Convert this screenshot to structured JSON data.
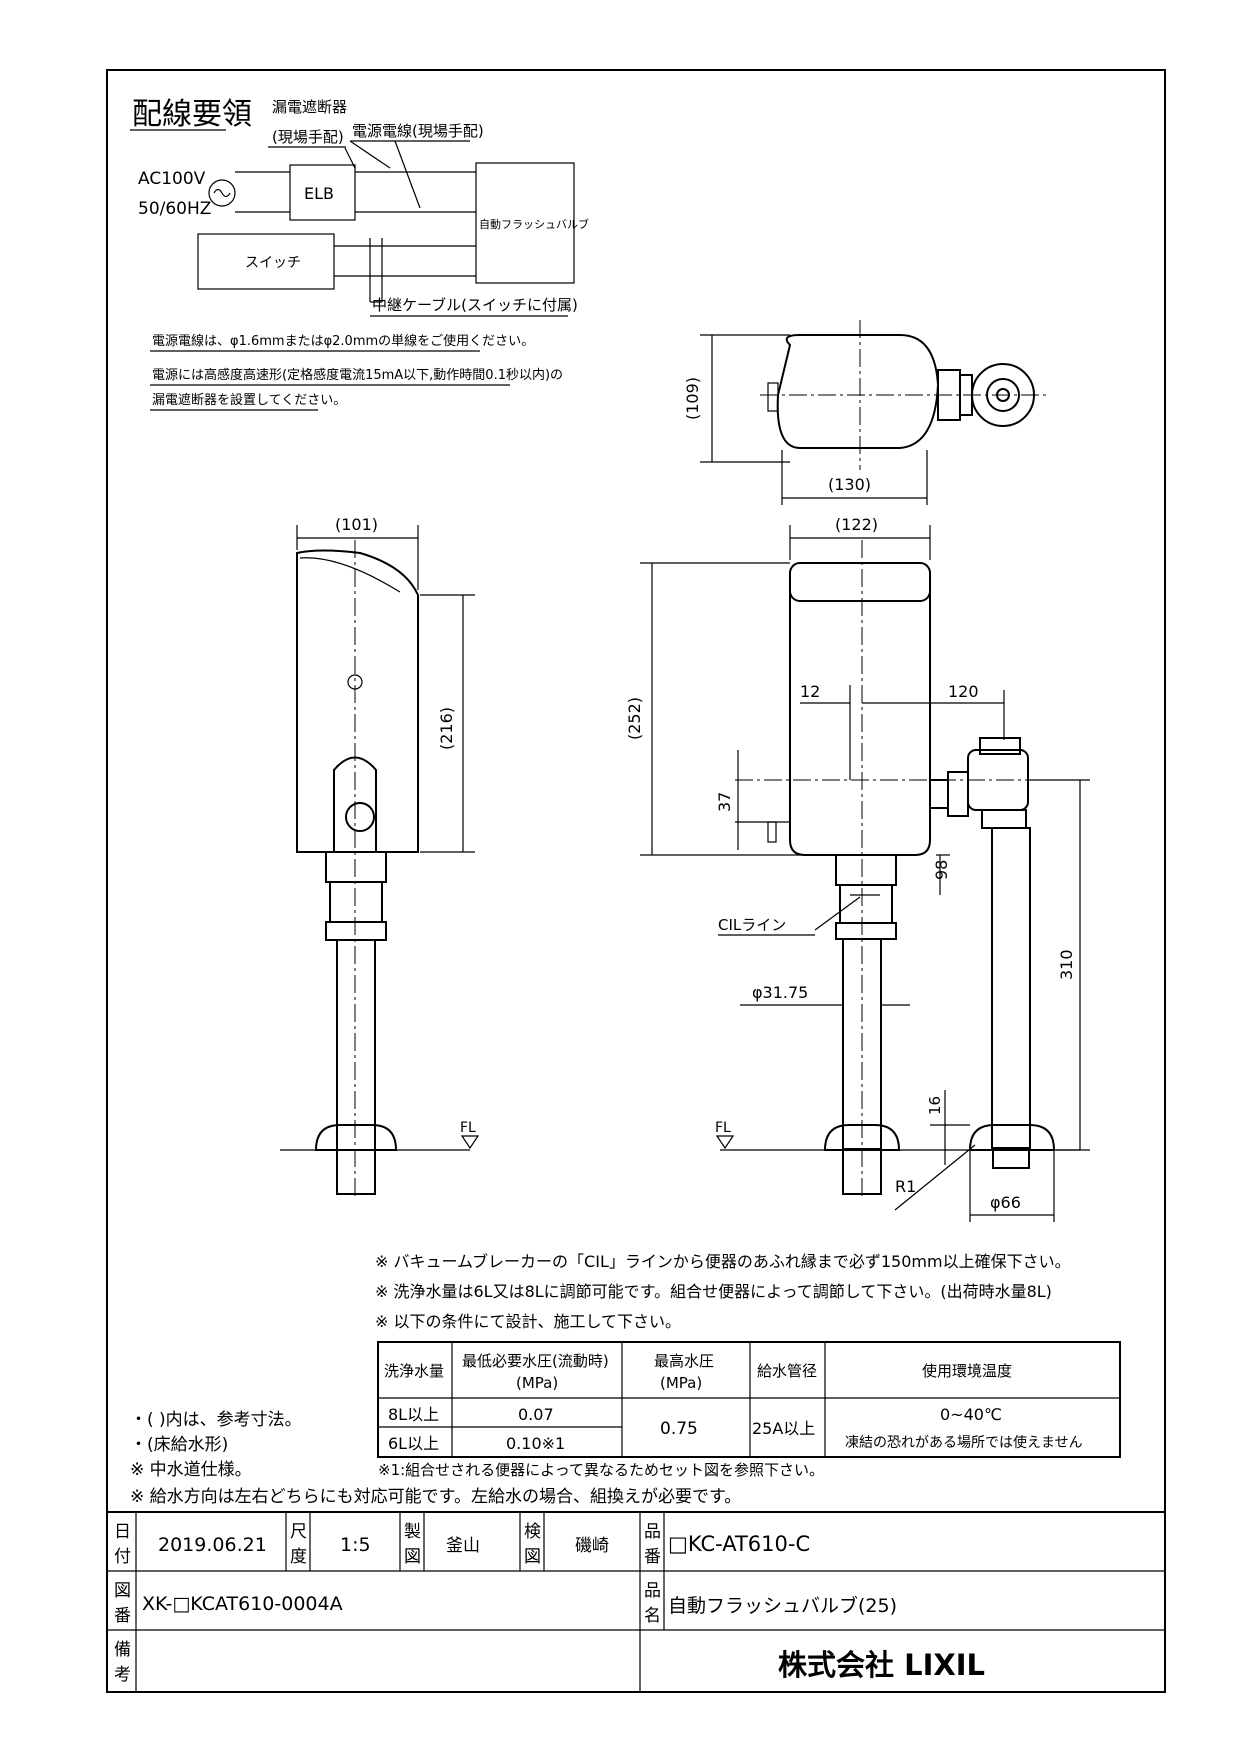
{
  "wiring": {
    "title": "配線要領",
    "elb_label": "漏電遮断器",
    "elb_sub": "(現場手配)",
    "power_wire_label": "電源電線(現場手配)",
    "ac": "AC100V",
    "hz": "50/60HZ",
    "elb_box": "ELB",
    "valve_box": "自動フラッシュバルブ",
    "switch_box": "スイッチ",
    "relay_cable": "中継ケーブル(スイッチに付属)",
    "note1": "電源電線は、φ1.6mmまたはφ2.0mmの単線をご使用ください。",
    "note2": "電源には高感度高速形(定格感度電流15mA以下,動作時間0.1秒以内)の",
    "note3": "漏電遮断器を設置してください。"
  },
  "dims": {
    "d109": "(109)",
    "d130": "(130)",
    "d101": "(101)",
    "d122": "(122)",
    "d216": "(216)",
    "d252": "(252)",
    "d12": "12",
    "d120": "120",
    "d37": "37",
    "d98": "98",
    "cil": "CILライン",
    "d310": "310",
    "phi3175": "φ31.75",
    "d16": "16",
    "fl_left": "FL",
    "fl_right": "FL",
    "r1": "R1",
    "phi66": "φ66"
  },
  "notes": {
    "n1": "※ バキュームブレーカーの「CIL」ラインから便器のあふれ縁まで必ず150mm以上確保下さい。",
    "n2": "※ 洗浄水量は6L又は8Lに調節可能です。組合せ便器によって調節して下さい。(出荷時水量8L)",
    "n3": "※ 以下の条件にて設計、施工して下さい。",
    "side1": "・( )内は、参考寸法。",
    "side2": "・(床給水形)",
    "side3": "※ 中水道仕様。",
    "footnote": "※1:組合せされる便器によって異なるためセット図を参照下さい。",
    "n4": "※ 給水方向は左右どちらにも対応可能です。左給水の場合、組換えが必要です。"
  },
  "spec_table": {
    "headers": [
      "洗浄水量",
      "最低必要水圧(流動時)",
      "(MPa)",
      "最高水圧",
      "(MPa)",
      "給水管径",
      "使用環境温度"
    ],
    "row1": [
      "8L以上",
      "0.07"
    ],
    "row2": [
      "6L以上",
      "0.10※1"
    ],
    "max_pressure": "0.75",
    "pipe": "25A以上",
    "temp": "0~40℃",
    "temp_note": "凍結の恐れがある場所では使えません"
  },
  "title_block": {
    "date_label": [
      "日",
      "付"
    ],
    "date": "2019.06.21",
    "scale_label": [
      "尺",
      "度"
    ],
    "scale": "1:5",
    "drawn_label": [
      "製",
      "図"
    ],
    "drawn": "釜山",
    "checked_label": [
      "検",
      "図"
    ],
    "checked": "磯崎",
    "part_no_label": [
      "品",
      "番"
    ],
    "part_no": "□KC-AT610-C",
    "drawing_no_label": [
      "図",
      "番"
    ],
    "drawing_no": "XK-□KCAT610-0004A",
    "name_label": [
      "品",
      "名"
    ],
    "name": "自動フラッシュバルブ(25)",
    "remarks_label": [
      "備",
      "考"
    ],
    "company": "株式会社 LIXIL"
  }
}
